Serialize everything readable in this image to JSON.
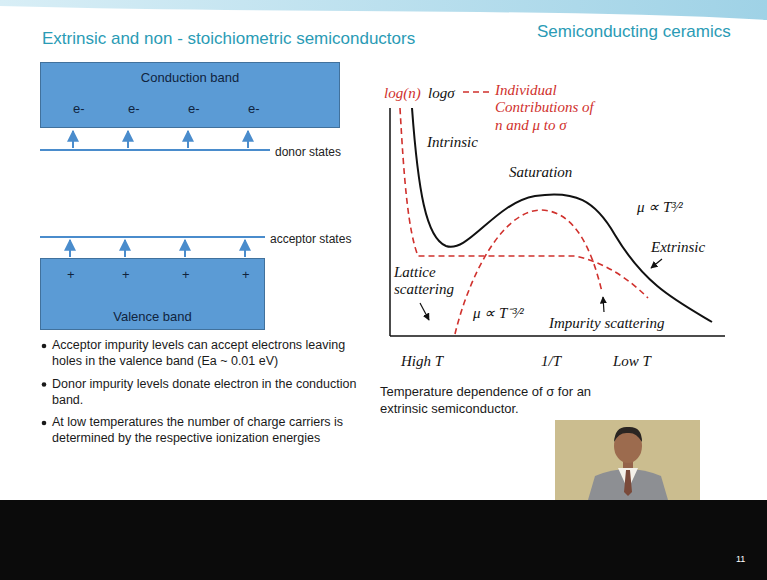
{
  "diagram": {
    "title": "Extrinsic and non - stoichiometric semiconductors",
    "caption": "Temperature dependence of σ for an extrinsic semiconductor.",
    "nodes": [
      {
        "text": [
          "Conduction band",
          "e-",
          "e-",
          "e-",
          "e-"
        ]
      },
      {
        "text": [
          "+",
          "+",
          "+",
          "+",
          "Valence band"
        ]
      }
    ],
    "labels": [
      "Semiconducting ceramics",
      "donor states",
      "acceptor states",
      "Acceptor impurity levels can accept electrons leaving holes in the valence band (Ea ~ 0.01 eV)",
      "Donor impurity levels donate electron in the conduction band.",
      "At low temperatures the number of charge carriers is determined by the respective ionization energies",
      "log(n)",
      "logσ",
      "Intrinsic",
      "Saturation",
      "μ ∝ T³⁄²",
      "Extrinsic",
      "Lattice scattering",
      "μ ∝ T⁻³⁄²",
      "Impurity scattering",
      "High T",
      "1/T",
      "Low T",
      "11"
    ],
    "legend": [
      {
        "text": "Individual Contributions of n and μ to σ"
      }
    ]
  }
}
